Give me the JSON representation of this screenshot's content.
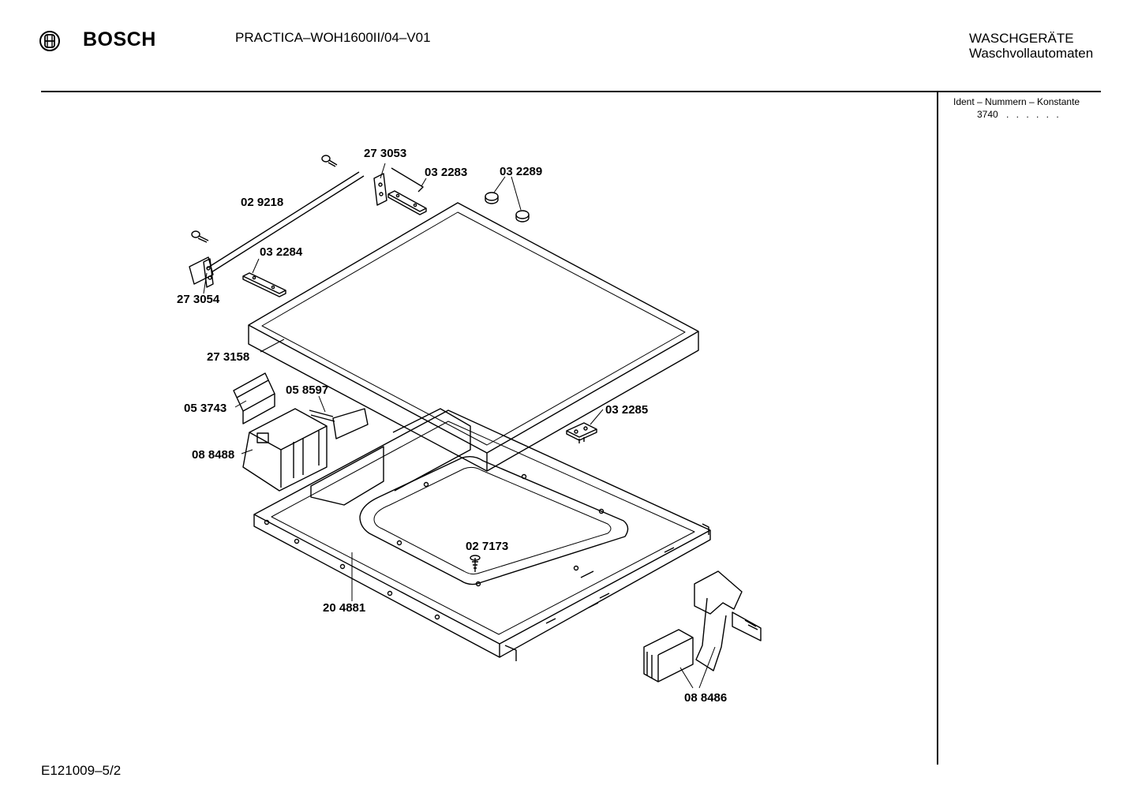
{
  "header": {
    "brand": "BOSCH",
    "model": "PRACTICA–WOH1600II/04–V01",
    "category": "WASCHGERÄTE",
    "subcategory": "Waschvollautomaten"
  },
  "sidebar": {
    "ident_label": "Ident – Nummern – Konstante",
    "ident_value": "3740",
    "ident_dots": ". . . . . ."
  },
  "diagram": {
    "parts": [
      {
        "id": "02_9218",
        "label": "02 9218"
      },
      {
        "id": "27_3053",
        "label": "27 3053"
      },
      {
        "id": "03_2283",
        "label": "03 2283"
      },
      {
        "id": "03_2289",
        "label": "03 2289"
      },
      {
        "id": "03_2284",
        "label": "03 2284"
      },
      {
        "id": "27_3054",
        "label": "27 3054"
      },
      {
        "id": "27_3158",
        "label": "27 3158"
      },
      {
        "id": "05_8597",
        "label": "05 8597"
      },
      {
        "id": "05_3743",
        "label": "05 3743"
      },
      {
        "id": "03_2285",
        "label": "03 2285"
      },
      {
        "id": "08_8488",
        "label": "08 8488"
      },
      {
        "id": "02_7173",
        "label": "02 7173"
      },
      {
        "id": "20_4881",
        "label": "20 4881"
      },
      {
        "id": "08_8486",
        "label": "08 8486"
      }
    ]
  },
  "footer": {
    "code": "E121009–5/2"
  }
}
